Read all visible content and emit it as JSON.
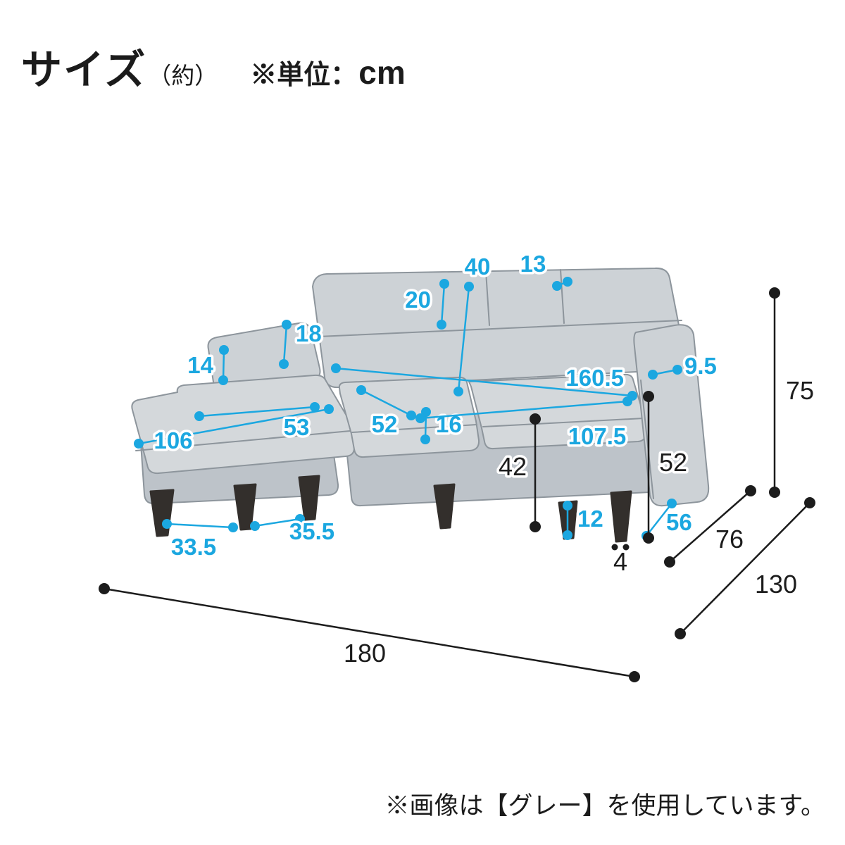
{
  "title": {
    "main": "サイズ",
    "approx": "（約）",
    "unit_prefix": "※単位：",
    "unit_value": "cm"
  },
  "footnote": "※画像は【グレー】を使用しています。",
  "colors": {
    "dimension_blue": "#1ba7e0",
    "dimension_black": "#1c1c1c",
    "sofa_fill": "#cdd2d6",
    "sofa_top": "#d4d8db",
    "sofa_shade": "#bdc3c9",
    "sofa_line": "#8d959c",
    "leg": "#332f2c"
  },
  "dimensions": {
    "backrest_height": "40",
    "back_cushion_gap": "13",
    "back_cushion_height": "20",
    "arm_above_seat": "18",
    "left_arm_top_width": "14",
    "inner_width": "160.5",
    "right_arm_top_width": "9.5",
    "chaise_length": "106",
    "chaise_width": "53",
    "seat_depth": "52",
    "seat_cushion_thickness": "16",
    "main_seat_width": "107.5",
    "leg_height": "12",
    "right_seat_depth": "56",
    "chaise_leg_span_front": "33.5",
    "chaise_leg_span_side": "35.5",
    "total_height": "75",
    "seat_height": "42",
    "arm_front_height": "52",
    "leg_bottom_width": "4",
    "body_depth": "76",
    "total_depth": "130",
    "total_width": "180"
  }
}
